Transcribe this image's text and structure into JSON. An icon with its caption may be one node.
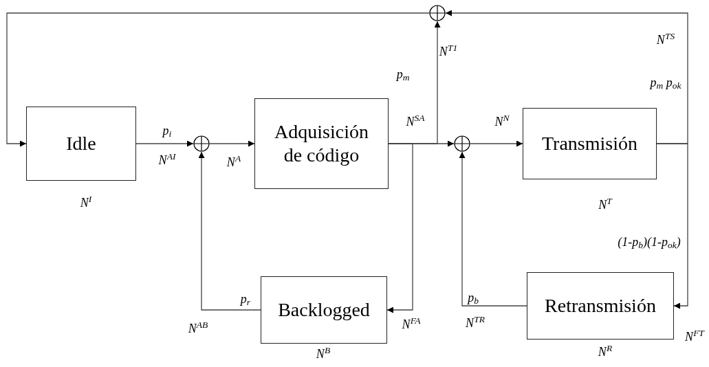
{
  "diagram": {
    "nodes": [
      {
        "text": [
          "Idle"
        ],
        "beside": [
          "N$^{I}$"
        ]
      },
      {
        "text": [],
        "shape": "circle"
      },
      {
        "text": [
          "Adquisición de código"
        ]
      },
      {
        "text": [],
        "shape": "circle"
      },
      {
        "text": [
          "Transmisión"
        ],
        "beside": [
          "N$^{T}$"
        ]
      },
      {
        "text": [],
        "shape": "circle"
      },
      {
        "text": [
          "Backlogged"
        ],
        "beside": [
          "N$^{B}$"
        ]
      },
      {
        "text": [
          "Retransmisión"
        ],
        "beside": [
          "N$^{R}$"
        ]
      }
    ],
    "edges": [
      {
        "from": 0,
        "to": 1,
        "arrow": "to"
      },
      {
        "from": 1,
        "to": 2,
        "arrow": "to"
      },
      {
        "from": 2,
        "to": 3,
        "arrow": "to"
      },
      {
        "from": 2,
        "to": 5,
        "arrow": "to"
      },
      {
        "from": 2,
        "to": 6,
        "arrow": "to"
      },
      {
        "from": 6,
        "to": 1,
        "arrow": "to"
      },
      {
        "from": 3,
        "to": 4,
        "arrow": "to"
      },
      {
        "from": 4,
        "to": 5,
        "arrow": "to"
      },
      {
        "from": 4,
        "to": 7,
        "arrow": "to"
      },
      {
        "from": 7,
        "to": 3,
        "arrow": "to"
      },
      {
        "from": 5,
        "to": 0,
        "arrow": "to"
      }
    ],
    "labels": [
      "N$^{TS}$",
      "N$^{T1}$",
      "p$_{m}$",
      "p$_{m}$ p$_{ok}$",
      "p$_{i}$",
      "N$^{SA}$",
      "N$^{N}$",
      "N$^{AI}$",
      "N$^{A}$",
      "(1-p$_{b}$)(1-p$_{ok}$)",
      "p$_{r}$",
      "p$_{b}$",
      "N$^{AB}$",
      "N$^{FA}$",
      "N$^{TR}$",
      "N$^{FT}$"
    ]
  }
}
